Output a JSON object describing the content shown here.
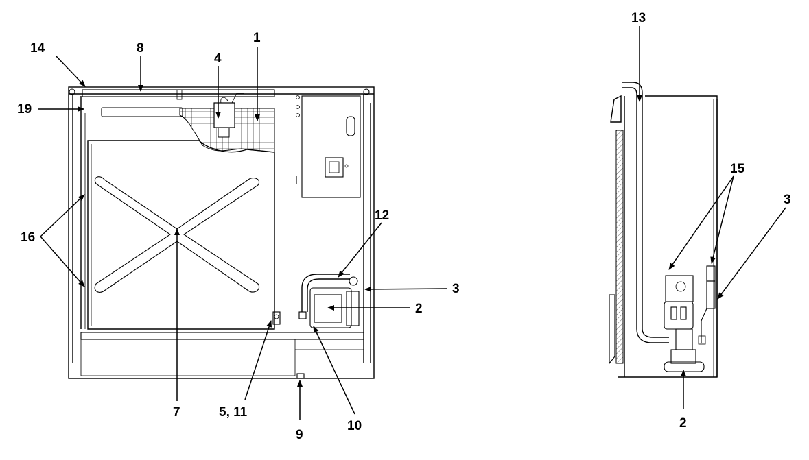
{
  "diagram": {
    "front_view": {
      "callouts": [
        {
          "key": "c14",
          "text": "14"
        },
        {
          "key": "c8",
          "text": "8"
        },
        {
          "key": "c4",
          "text": "4"
        },
        {
          "key": "c1",
          "text": "1"
        },
        {
          "key": "c19",
          "text": "19"
        },
        {
          "key": "c16",
          "text": "16"
        },
        {
          "key": "c12",
          "text": "12"
        },
        {
          "key": "c3",
          "text": "3"
        },
        {
          "key": "c2",
          "text": "2"
        },
        {
          "key": "c7",
          "text": "7"
        },
        {
          "key": "c511",
          "text": "5, 11"
        },
        {
          "key": "c9",
          "text": "9"
        },
        {
          "key": "c10",
          "text": "10"
        }
      ]
    },
    "side_view": {
      "callouts": [
        {
          "key": "c13",
          "text": "13"
        },
        {
          "key": "c15",
          "text": "15"
        },
        {
          "key": "c3",
          "text": "3"
        },
        {
          "key": "c2",
          "text": "2"
        }
      ]
    }
  }
}
